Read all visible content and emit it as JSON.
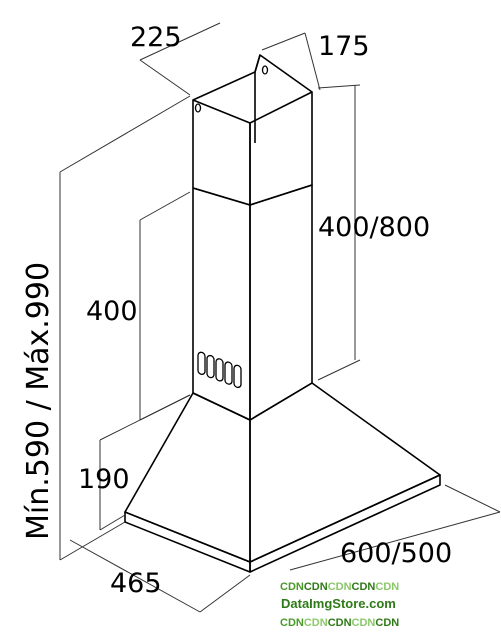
{
  "diagram": {
    "dimensions": {
      "chimney_width": "225",
      "chimney_depth": "175",
      "chimney_height": "400/800",
      "total_height": "Mín.590 / Máx.990",
      "body_height": "400",
      "hood_height": "190",
      "hood_width": "465",
      "hood_depth": "600/500"
    }
  },
  "watermark": {
    "line1_parts": [
      "CDN",
      "CDN",
      "CDN",
      "CDN",
      "CDN"
    ],
    "line2": "DataImgStore.com",
    "line3_parts": [
      "CDN",
      "CDN",
      "CDN",
      "CDN",
      "CDN"
    ]
  },
  "colors": {
    "line": "#000000",
    "dim_line": "#333333",
    "watermark_green": "#4a9a2a",
    "watermark_green_light": "#8cc86a",
    "watermark_green_dark": "#2f7a18"
  }
}
